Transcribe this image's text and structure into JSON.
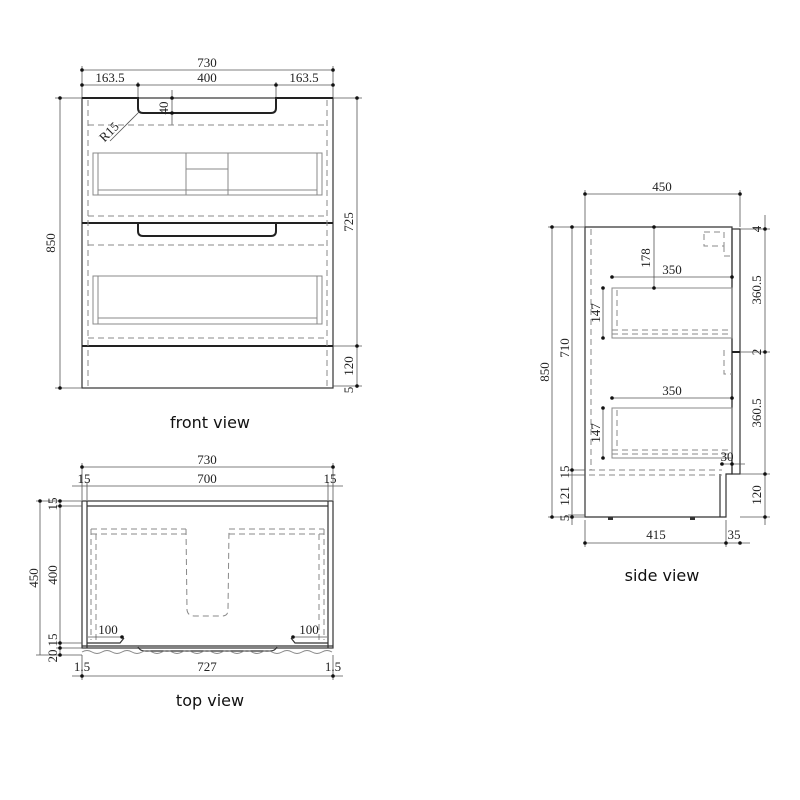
{
  "front_view": {
    "caption": "front view",
    "width_total": "730",
    "width_left": "163.5",
    "width_mid": "400",
    "width_right": "163.5",
    "handle_depth": "40",
    "radius": "R15",
    "height_total": "850",
    "height_body": "725",
    "height_plinth": "120",
    "height_gap": "5"
  },
  "top_view": {
    "caption": "top view",
    "width_total": "730",
    "side_left": "15",
    "width_inner": "700",
    "side_right": "15",
    "depth_total": "450",
    "back_panel": "15",
    "inner_depth": "400",
    "front_15": "15",
    "front_20": "20",
    "handle_left": "100",
    "handle_right": "100",
    "bottom_left": "1.5",
    "bottom_width": "727",
    "bottom_right": "1.5"
  },
  "side_view": {
    "caption": "side view",
    "depth_total": "450",
    "height_total": "850",
    "height_body": "710",
    "top_gap": "4",
    "drawer_offset": "178",
    "drawer1_depth": "350",
    "drawer1_height": "147",
    "drawer_front1": "360.5",
    "gap_mid": "2",
    "drawer2_depth": "350",
    "drawer2_height": "147",
    "drawer_front2": "360.5",
    "overhang": "30",
    "base_15": "15",
    "plinth_121": "121",
    "foot_5": "5",
    "plinth_120": "120",
    "depth_body": "415",
    "depth_front": "35"
  }
}
